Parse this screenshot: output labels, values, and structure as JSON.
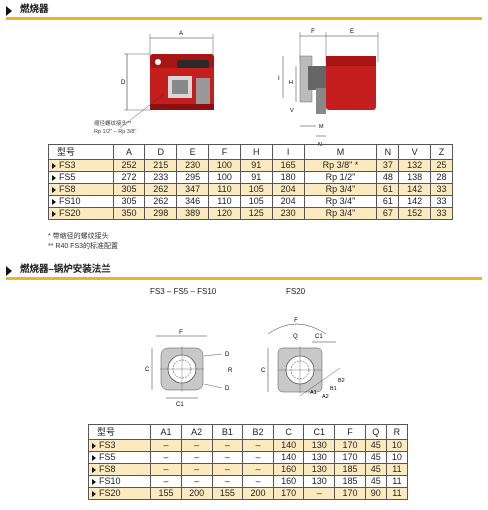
{
  "section1": {
    "title": "燃烧器"
  },
  "section2": {
    "title": "燃烧器–锅炉安装法兰"
  },
  "drawing1": {
    "dims": [
      "A",
      "D",
      "E",
      "F",
      "I",
      "H",
      "M",
      "V",
      "N"
    ],
    "callout_line1": "缩径螺纹接头**",
    "callout_line2": "Rp 1/2\" – Rp 3/8\""
  },
  "table1": {
    "headers": [
      "型号",
      "A",
      "D",
      "E",
      "F",
      "H",
      "I",
      "M",
      "N",
      "V",
      "Z"
    ],
    "rows": [
      {
        "name": "FS3",
        "cells": [
          "252",
          "215",
          "230",
          "100",
          "91",
          "165",
          "Rp 3/8\" *",
          "37",
          "132",
          "25"
        ]
      },
      {
        "name": "FS5",
        "cells": [
          "272",
          "233",
          "295",
          "100",
          "91",
          "180",
          "Rp 1/2\"",
          "48",
          "138",
          "28"
        ]
      },
      {
        "name": "FS8",
        "cells": [
          "305",
          "262",
          "347",
          "110",
          "105",
          "204",
          "Rp 3/4\"",
          "61",
          "142",
          "33"
        ]
      },
      {
        "name": "FS10",
        "cells": [
          "305",
          "262",
          "346",
          "110",
          "105",
          "204",
          "Rp 3/4\"",
          "61",
          "142",
          "33"
        ]
      },
      {
        "name": "FS20",
        "cells": [
          "350",
          "298",
          "389",
          "120",
          "125",
          "230",
          "Rp 3/4\"",
          "67",
          "152",
          "33"
        ]
      }
    ]
  },
  "notes": [
    "* 带缩径的螺纹接头",
    "** R40 FS3的标准配置"
  ],
  "drawing2": {
    "label_left": "FS3 – FS5 – FS10",
    "label_right": "FS20",
    "dims_left": [
      "F",
      "C",
      "C1",
      "D",
      "R",
      "D"
    ],
    "dims_right": [
      "F",
      "Q",
      "C",
      "C1",
      "A1",
      "A2",
      "B1",
      "B2"
    ]
  },
  "table2": {
    "headers": [
      "型号",
      "A1",
      "A2",
      "B1",
      "B2",
      "C",
      "C1",
      "F",
      "Q",
      "R"
    ],
    "rows": [
      {
        "name": "FS3",
        "cells": [
          "–",
          "–",
          "–",
          "–",
          "140",
          "130",
          "170",
          "45",
          "10"
        ]
      },
      {
        "name": "FS5",
        "cells": [
          "–",
          "–",
          "–",
          "–",
          "140",
          "130",
          "170",
          "45",
          "10"
        ]
      },
      {
        "name": "FS8",
        "cells": [
          "–",
          "–",
          "–",
          "–",
          "160",
          "130",
          "185",
          "45",
          "11"
        ]
      },
      {
        "name": "FS10",
        "cells": [
          "–",
          "–",
          "–",
          "–",
          "160",
          "130",
          "185",
          "45",
          "11"
        ]
      },
      {
        "name": "FS20",
        "cells": [
          "155",
          "200",
          "155",
          "200",
          "170",
          "–",
          "170",
          "90",
          "11"
        ]
      }
    ]
  }
}
